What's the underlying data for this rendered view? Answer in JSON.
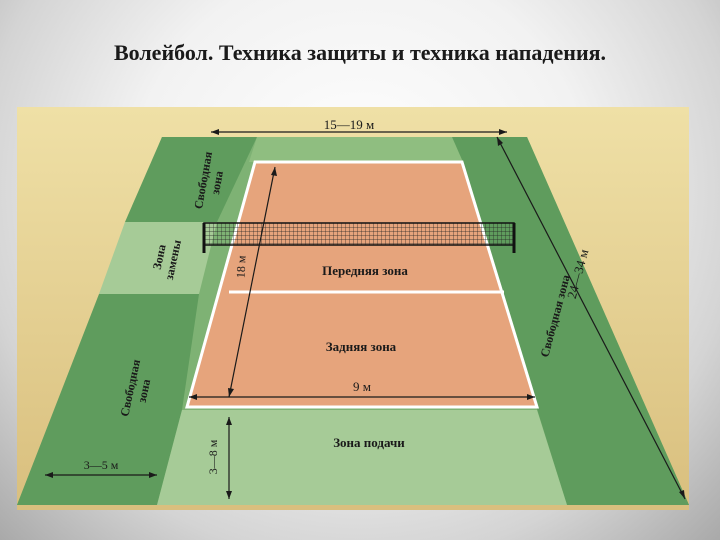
{
  "slide": {
    "title": "Волейбол. Техника защиты и техника нападения."
  },
  "diagram": {
    "zones": {
      "front": "Передняя зона",
      "back": "Задняя зона",
      "serve": "Зона подачи",
      "substitution": "Зона\nзамены",
      "free_top_left": "Свободная\nзона",
      "free_bottom_left": "Свободная\nзона",
      "free_right": "Свободная зона"
    },
    "dimensions": {
      "overall_width": "15—19 м",
      "overall_length": "24—34 м",
      "half_length": "18 м",
      "court_width": "9 м",
      "free_side": "3—5 м",
      "serve_depth": "3—8 м"
    },
    "colors": {
      "court": "#e6a47c",
      "free_zone": "#6aa468",
      "light_zone": "#a6cb97",
      "background": "#e9d49a"
    }
  }
}
